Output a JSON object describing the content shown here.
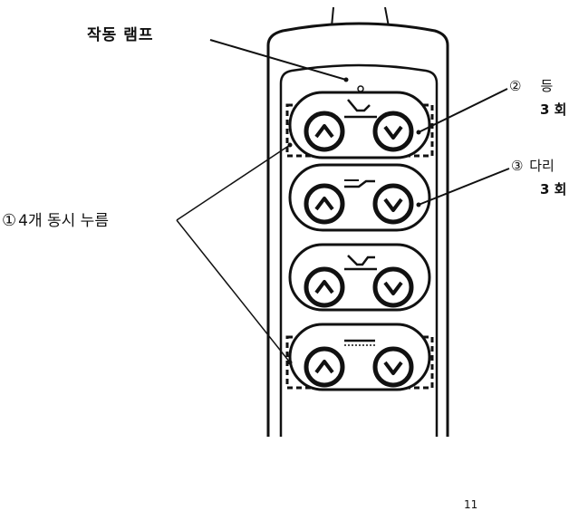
{
  "labels": {
    "lamp": "작동 램프",
    "step1_num": "①",
    "step1_text": "4개 동시 누름",
    "step2_num": "②",
    "step2_text": "등",
    "step2_count": "3 회",
    "step3_num": "③",
    "step3_text": "다리",
    "step3_count": "3 회",
    "page_number": "11"
  },
  "buttons": {
    "rows": [
      {
        "icon": "back-up-bed-icon",
        "highlighted": true
      },
      {
        "icon": "leg-up-bed-icon",
        "highlighted": false
      },
      {
        "icon": "sit-up-bed-icon",
        "highlighted": false
      },
      {
        "icon": "flat-bed-icon",
        "highlighted": true
      }
    ]
  }
}
